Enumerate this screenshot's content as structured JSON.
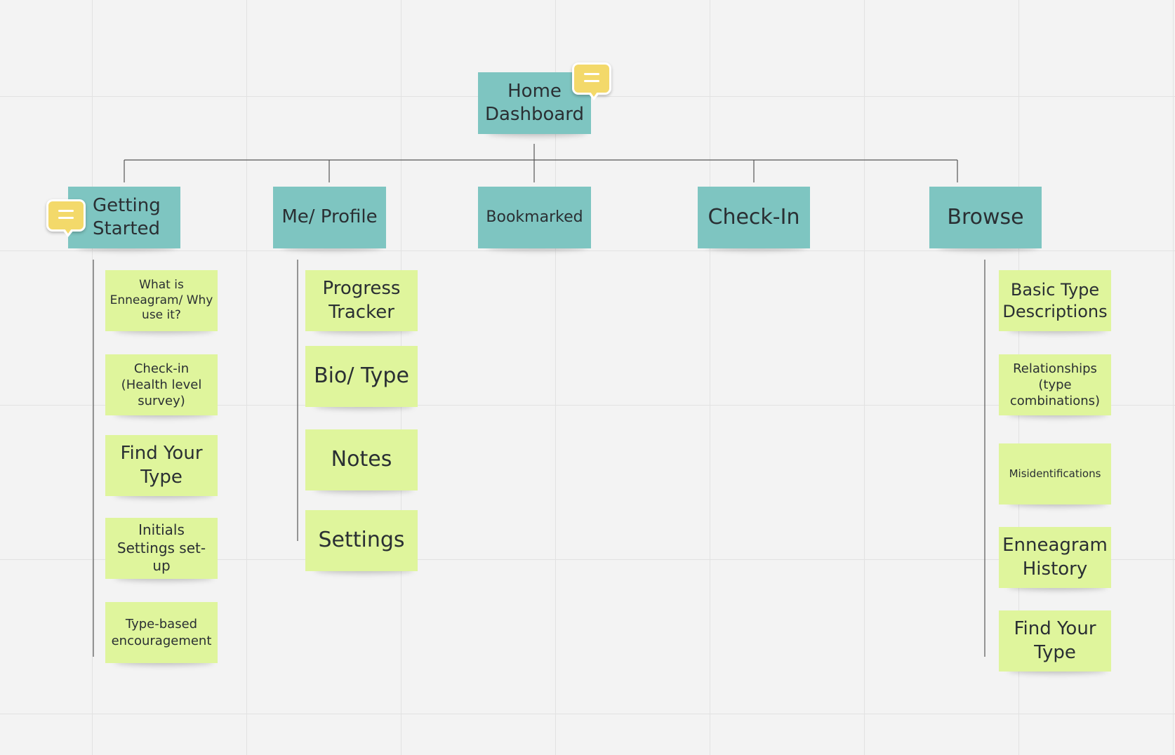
{
  "root": {
    "label": "Home Dashboard",
    "has_comment": true
  },
  "categories": [
    {
      "label": "Getting Started",
      "has_comment": true,
      "children": [
        "What is Enneagram/ Why use it?",
        "Check-in (Health level survey)",
        "Find Your Type",
        "Initials Settings set-up",
        "Type-based encouragement"
      ]
    },
    {
      "label": "Me/ Profile",
      "has_comment": false,
      "children": [
        "Progress Tracker",
        "Bio/ Type",
        "Notes",
        "Settings"
      ]
    },
    {
      "label": "Bookmarked",
      "has_comment": false,
      "children": []
    },
    {
      "label": "Check-In",
      "has_comment": false,
      "children": []
    },
    {
      "label": "Browse",
      "has_comment": false,
      "children": [
        "Basic Type Descriptions",
        "Relationships (type combinations)",
        "Misidentifications",
        "Enneagram History",
        "Find Your Type"
      ]
    }
  ],
  "colors": {
    "canvas": "#f3f3f3",
    "grid": "#e2e2e2",
    "teal_note": "#7ec5c1",
    "lime_note": "#dff59c",
    "comment": "#f3d96a",
    "connector": "#555555"
  }
}
